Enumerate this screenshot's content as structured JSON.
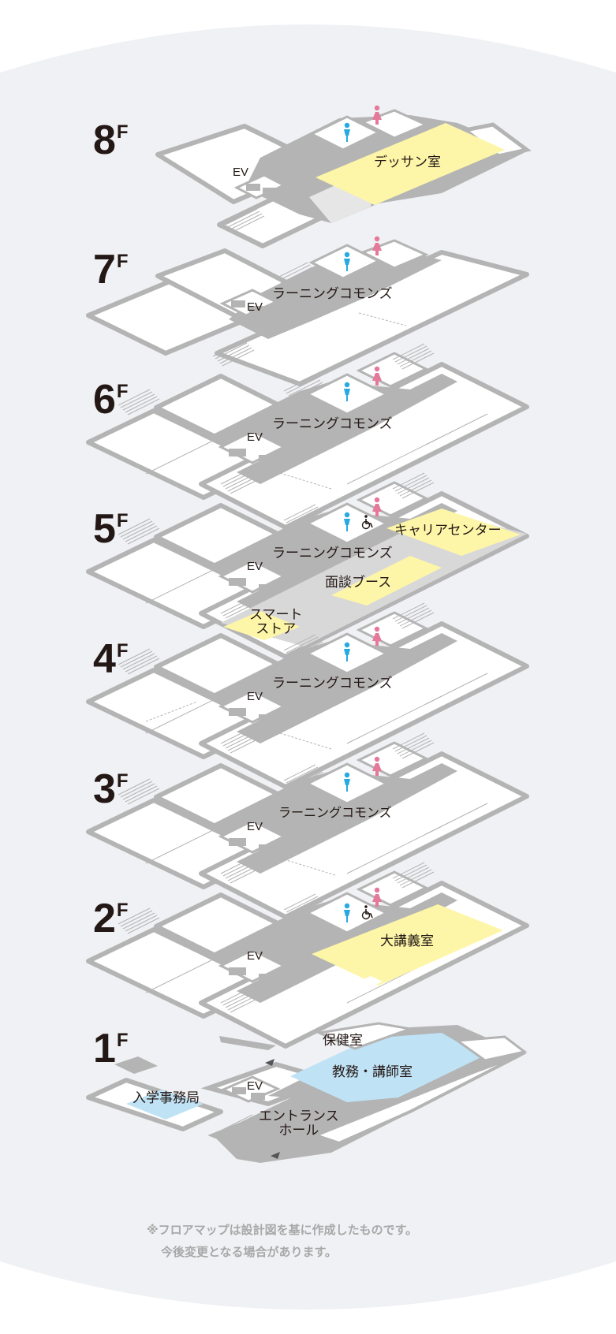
{
  "colors": {
    "background": "#f0f1f4",
    "corridor": "#b4b4b4",
    "room_fill": "#ffffff",
    "room_outline": "#b4b4b4",
    "highlight_yellow": "#fdf6a8",
    "highlight_blue": "#bfe2f5",
    "male_icon": "#27a9e1",
    "female_icon": "#e4799a",
    "text": "#231815",
    "note": "#a8a8a8"
  },
  "floors": [
    {
      "id": "8F",
      "number": "8",
      "suffix": "F",
      "ev": "EV",
      "labels": [
        "デッサン室"
      ],
      "icons": [
        "male-icon",
        "female-icon"
      ]
    },
    {
      "id": "7F",
      "number": "7",
      "suffix": "F",
      "ev": "EV",
      "labels": [
        "ラーニングコモンズ"
      ],
      "icons": [
        "male-icon",
        "female-icon"
      ]
    },
    {
      "id": "6F",
      "number": "6",
      "suffix": "F",
      "ev": "EV",
      "labels": [
        "ラーニングコモンズ"
      ],
      "icons": [
        "male-icon",
        "female-icon"
      ]
    },
    {
      "id": "5F",
      "number": "5",
      "suffix": "F",
      "ev": "EV",
      "labels": [
        "ラーニングコモンズ",
        "キャリアセンター",
        "面談ブース",
        "スマート\nストア"
      ],
      "icons": [
        "male-icon",
        "female-icon",
        "wheelchair-icon"
      ]
    },
    {
      "id": "4F",
      "number": "4",
      "suffix": "F",
      "ev": "EV",
      "labels": [
        "ラーニングコモンズ"
      ],
      "icons": [
        "male-icon",
        "female-icon"
      ]
    },
    {
      "id": "3F",
      "number": "3",
      "suffix": "F",
      "ev": "EV",
      "labels": [
        "ラーニングコモンズ"
      ],
      "icons": [
        "male-icon",
        "female-icon"
      ]
    },
    {
      "id": "2F",
      "number": "2",
      "suffix": "F",
      "ev": "EV",
      "labels": [
        "大講義室"
      ],
      "icons": [
        "male-icon",
        "female-icon",
        "wheelchair-icon"
      ]
    },
    {
      "id": "1F",
      "number": "1",
      "suffix": "F",
      "ev": "EV",
      "labels": [
        "保健室",
        "教務・講師室",
        "入学事務局",
        "エントランス\nホール"
      ],
      "icons": [
        "entrance-arrow-icon"
      ]
    }
  ],
  "note": {
    "line1": "※フロアマップは設計図を基に作成したものです。",
    "line2": "今後変更となる場合があります。"
  }
}
